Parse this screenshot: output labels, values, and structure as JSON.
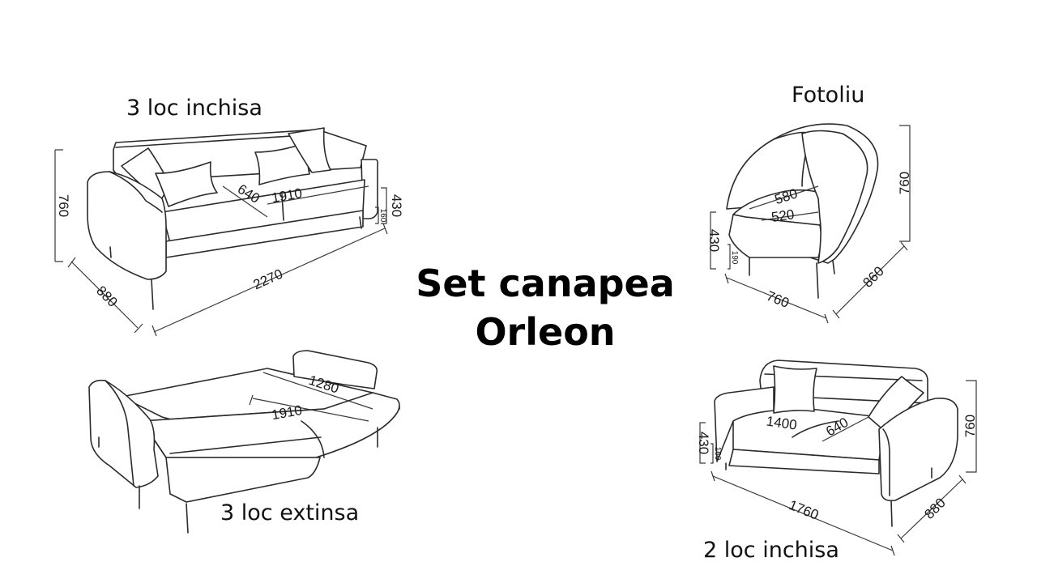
{
  "title": {
    "line1": "Set canapea",
    "line2": "Orleon"
  },
  "sofa3_closed": {
    "caption": "3 loc inchisa",
    "dims": {
      "height": "760",
      "depth": "880",
      "width": "2270",
      "seat_width": "1910",
      "seat_depth": "640",
      "seat_height": "430",
      "leg_height": "160"
    }
  },
  "sofa3_extended": {
    "caption": "3 loc extinsa",
    "dims": {
      "bed_depth": "1280",
      "bed_width": "1910"
    }
  },
  "armchair": {
    "caption": "Fotoliu",
    "dims": {
      "height": "760",
      "depth": "860",
      "width": "760",
      "seat_depth": "580",
      "seat_width": "520",
      "seat_height": "430",
      "leg_height": "190"
    }
  },
  "sofa2_closed": {
    "caption": "2 loc inchisa",
    "dims": {
      "height": "760",
      "depth": "880",
      "width": "1760",
      "seat_width": "1400",
      "seat_depth": "640",
      "seat_height": "430",
      "leg_height": "160"
    }
  }
}
